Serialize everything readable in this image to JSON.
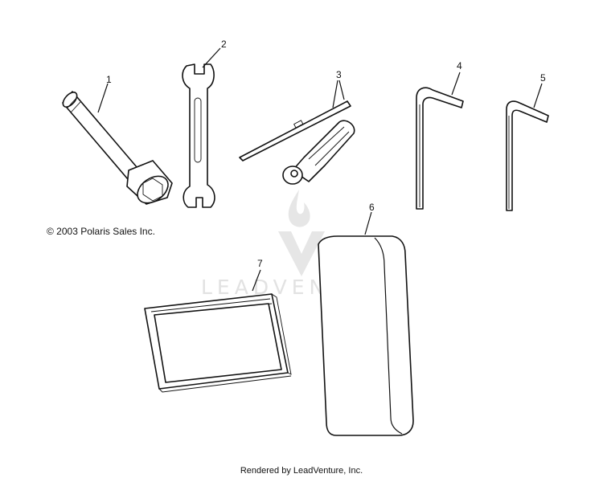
{
  "copyright": "© 2003 Polaris Sales Inc.",
  "footer": "Rendered by LeadVenture, Inc.",
  "watermark": {
    "logo_icon": "leadventure-flame-v-logo",
    "text": "LEADVENTURE"
  },
  "callouts": [
    "1",
    "2",
    "3",
    "4",
    "5",
    "6",
    "7"
  ]
}
